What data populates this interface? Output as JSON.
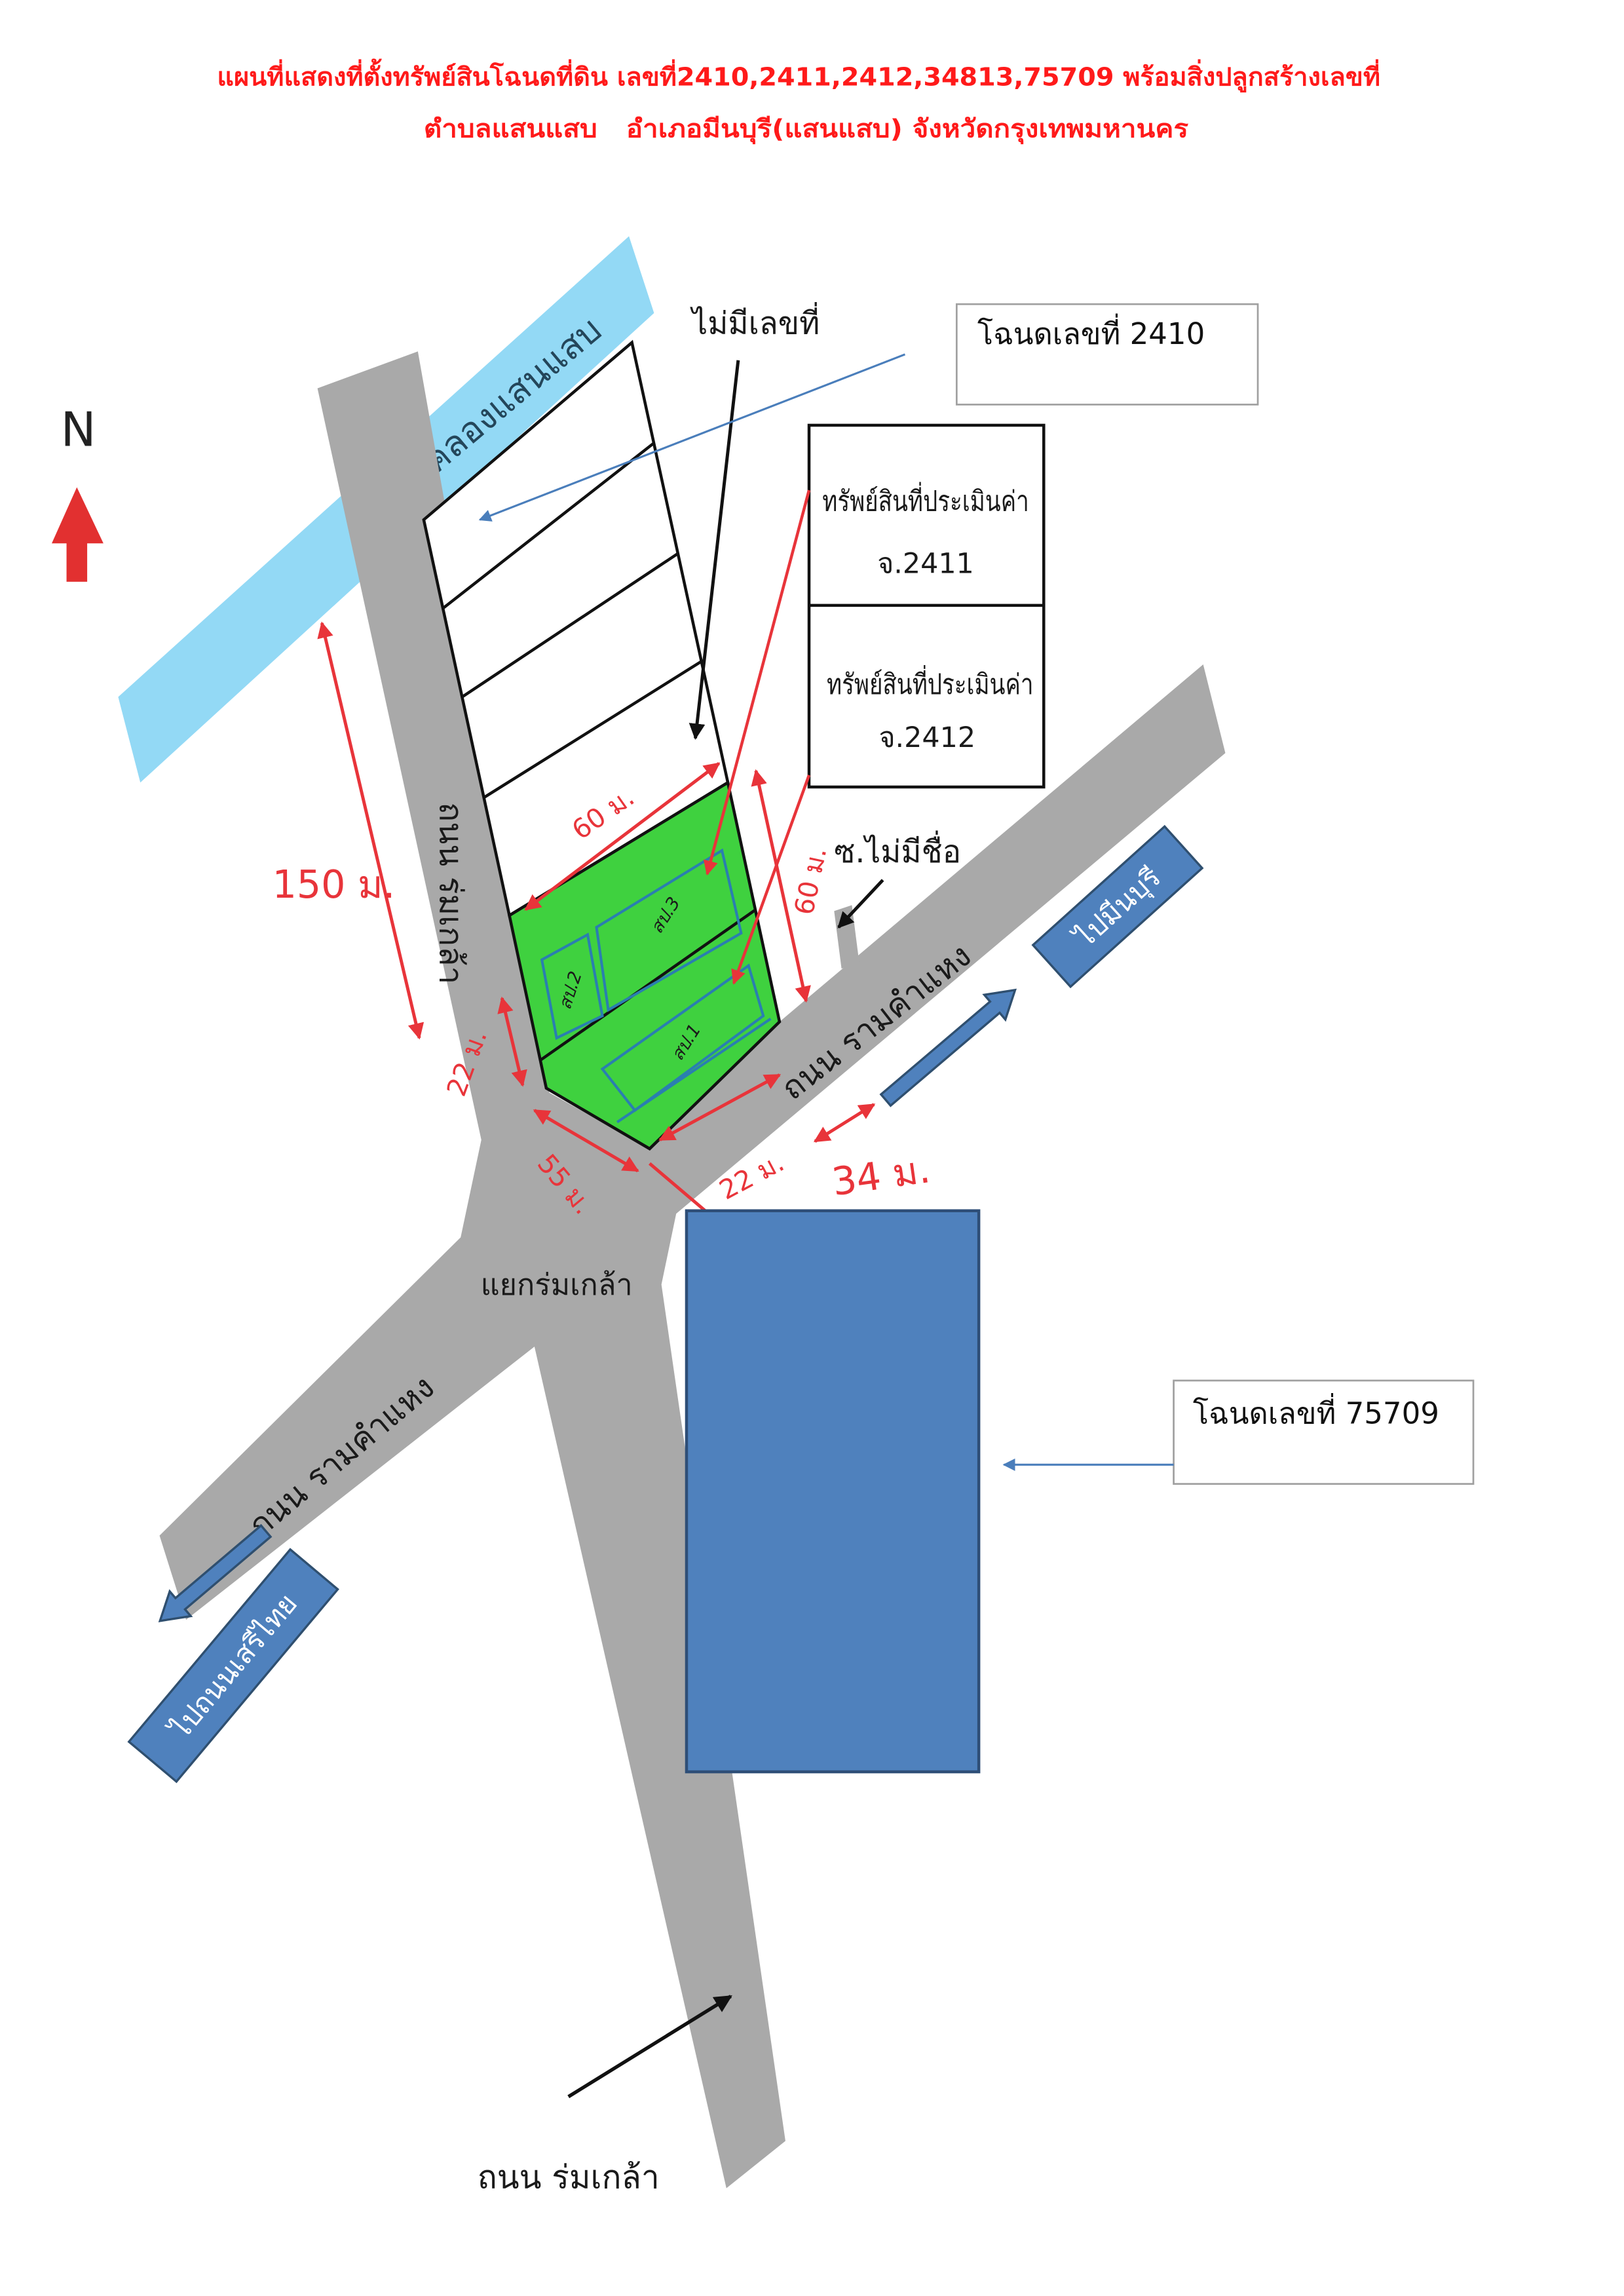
{
  "title": {
    "line1": "แผนที่แสดงที่ตั้งทรัพย์สินโฉนดที่ดิน เลขที่2410,2411,2412,34813,75709 พร้อมสิ่งปลูกสร้างเลขที่",
    "line2": "ตำบลแสนแสบ   อำเภอมีนบุรี(แสนแสบ) จังหวัดกรุงเทพมหานคร"
  },
  "compass": {
    "label": "N",
    "icon": "north-arrow-icon"
  },
  "canal": {
    "label": "คลองแสนแสบ"
  },
  "roads": {
    "north": "ถนน ร่มเกล้า",
    "ramkhamhaeng_east": "ถนน รามคำแหง",
    "ramkhamhaeng_west": "ถนน รามคำแหง",
    "south": "ถนน ร่มเกล้า",
    "soi": "ซ.ไม่มีชื่อ",
    "intersection": "แยกร่มเกล้า"
  },
  "unnumbered_plot": "ไม่มีเลขที่",
  "dimensions": {
    "d150": "150 ม.",
    "d60_front": "60 ม.",
    "d60_side": "60 ม.",
    "d22_left": "22 ม.",
    "d55": "55 ม.",
    "d22_bottom": "22 ม.",
    "d34": "34 ม."
  },
  "parcels": [
    {
      "label": "สป.1"
    },
    {
      "label": "สป.2"
    },
    {
      "label": "สป.3"
    }
  ],
  "appraised_property": [
    {
      "title": "ทรัพย์สินที่ประเมินค่า",
      "deed": "จ.2411"
    },
    {
      "title": "ทรัพย์สินที่ประเมินค่า",
      "deed": "จ.2412"
    }
  ],
  "deed_callouts": {
    "deed_2410": "โฉนดเลขที่ 2410",
    "deed_75709": "โฉนดเลขที่ 75709"
  },
  "direction_signs": {
    "to_minburi": "ไปมีนบุรี",
    "to_seri_thai": "ไปถนนเสรีไทย"
  },
  "colors": {
    "title": "#ff1a1a",
    "road": "#a9a9a9",
    "canal": "#93d9f5",
    "parcel_green": "#3fd13f",
    "parcel_outline": "#2a7fb0",
    "dimension_red": "#e8343a",
    "sign_blue": "#4f81bd",
    "deed_block_blue": "#4f81bd",
    "callout_line_blue": "#4a7ebb"
  }
}
